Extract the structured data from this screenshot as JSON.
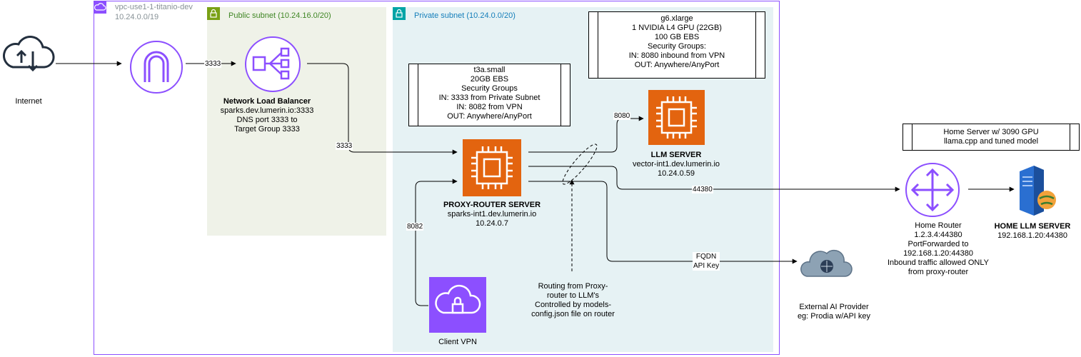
{
  "vpc": {
    "name": "vpc-use1-1-titanio-dev",
    "cidr": "10.24.0.0/19"
  },
  "public_subnet": {
    "title": "Public subnet (10.24.16.0/20)"
  },
  "private_subnet": {
    "title": "Private subnet (10.24.0.0/20)"
  },
  "internet": {
    "label": "Internet"
  },
  "nlb": {
    "title": "Network Load Balancer",
    "lines": [
      "sparks.dev.lumerin.io:3333",
      "DNS port 3333 to",
      "Target Group 3333"
    ]
  },
  "proxy_router": {
    "title": "PROXY-ROUTER SERVER",
    "lines": [
      "sparks-int1.dev.lumerin.io",
      "10.24.0.7"
    ]
  },
  "llm_server": {
    "title": "LLM SERVER",
    "lines": [
      "vector-int1.dev.lumerin.io",
      "10.24.0.59"
    ]
  },
  "client_vpn": {
    "label": "Client VPN"
  },
  "t3a_spec": [
    "t3a.small",
    "20GB EBS",
    "Security Groups",
    "IN: 3333 from Private Subnet",
    "IN: 8082 from VPN",
    "OUT: Anywhere/AnyPort"
  ],
  "g6_spec": [
    "g6.xlarge",
    "1 NVIDIA L4 GPU (22GB)",
    "100 GB EBS",
    "Security Groups:",
    "IN: 8080 inbound from VPN",
    "OUT:  Anywhere/AnyPort"
  ],
  "home_spec": [
    "Home Server w/ 3090 GPU",
    "llama.cpp and tuned model"
  ],
  "routing_note": [
    "Routing from Proxy-",
    "router to LLM's",
    "Controlled by models-",
    "config.json file on router"
  ],
  "home_router": {
    "label": "Home Router",
    "lines": [
      "1.2.3.4:44380",
      "PortForwarded to",
      "192.168.1.20:44380",
      "Inbound traffic allowed ONLY",
      "from proxy-router"
    ]
  },
  "home_llm": {
    "title": "HOME LLM SERVER",
    "lines": [
      "192.168.1.20:44380"
    ]
  },
  "external_ai": {
    "lines": [
      "External AI Provider",
      "eg: Prodia w/API key"
    ]
  },
  "edges": {
    "internet_nlb": "3333",
    "nlb_proxy": "3333",
    "proxy_llm": "8080",
    "proxy_home": "44380",
    "vpn_proxy": "8082",
    "proxy_external": [
      "FQDN",
      "API Key"
    ]
  },
  "colors": {
    "vpc_border": "#8c4fff",
    "nlb": "#8c4fff",
    "ec2": "#e3640f",
    "public_bg": "#eff2e8",
    "private_bg": "#e6f2f4",
    "public_tag": "#7aa116",
    "private_tag": "#00a4a6"
  }
}
